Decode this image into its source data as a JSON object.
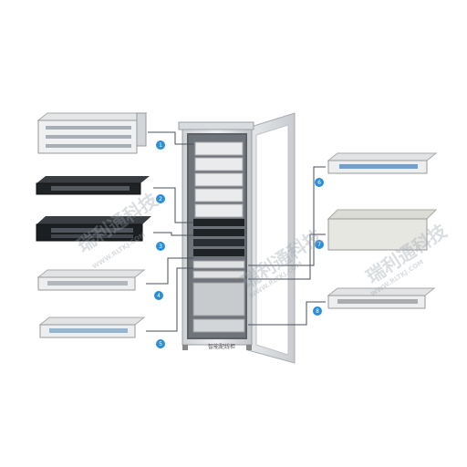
{
  "diagram": {
    "caption": "智能配线柜",
    "accent_color": "#2a8fd6",
    "callout_labels": [
      "1",
      "2",
      "3",
      "4",
      "5",
      "6",
      "7",
      "8"
    ],
    "watermark": {
      "brand": "瑞利通科技",
      "url": "WWW.RLTKJ.COM"
    }
  }
}
